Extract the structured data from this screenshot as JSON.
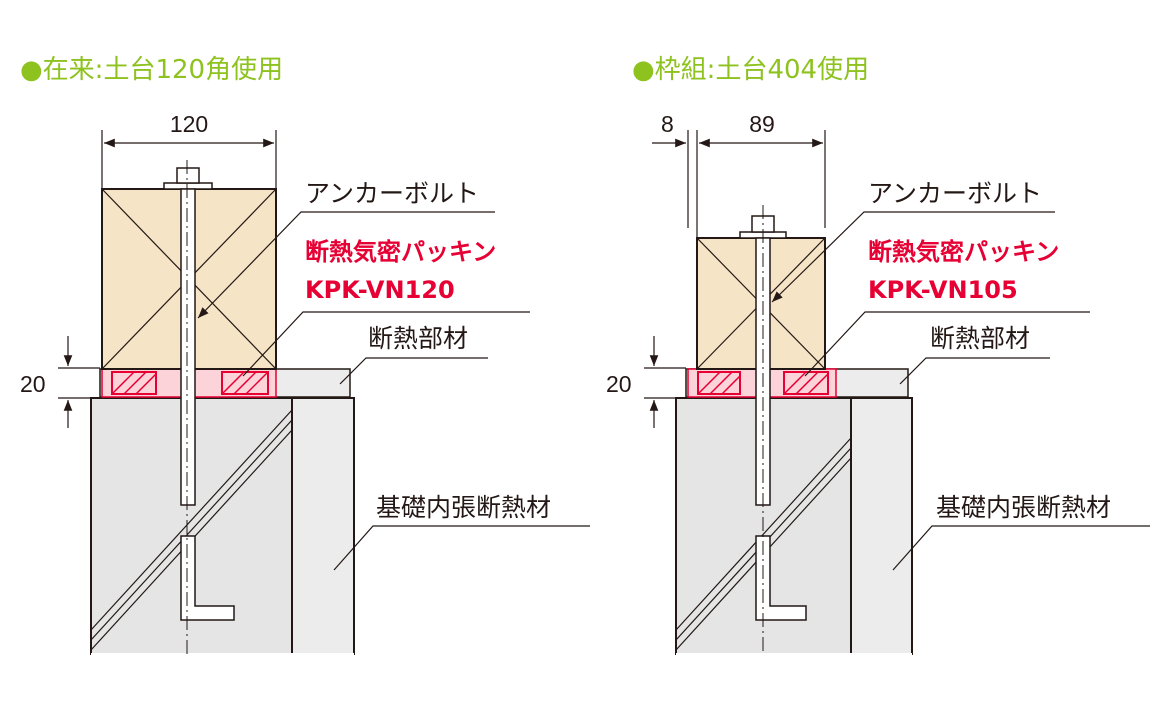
{
  "left": {
    "title": "●在来:土台120角使用",
    "dim_width": "120",
    "dim_height": "20",
    "anchor_bolt": "アンカーボルト",
    "packing_name": "断熱気密パッキン",
    "packing_model": "KPK-VN120",
    "insulation_member": "断熱部材",
    "foundation_insulation": "基礎内張断熱材"
  },
  "right": {
    "title": "●枠組:土台404使用",
    "dim_offset": "8",
    "dim_width": "89",
    "dim_height": "20",
    "anchor_bolt": "アンカーボルト",
    "packing_name": "断熱気密パッキン",
    "packing_model": "KPK-VN105",
    "insulation_member": "断熱部材",
    "foundation_insulation": "基礎内張断熱材"
  },
  "colors": {
    "title": "#8dc21f",
    "wood": "#f5e4c6",
    "packing": "#e60033",
    "packing_fill": "#fbd3d9",
    "concrete": "#e5e5e6",
    "insulation": "#ececec",
    "line": "#231815"
  }
}
